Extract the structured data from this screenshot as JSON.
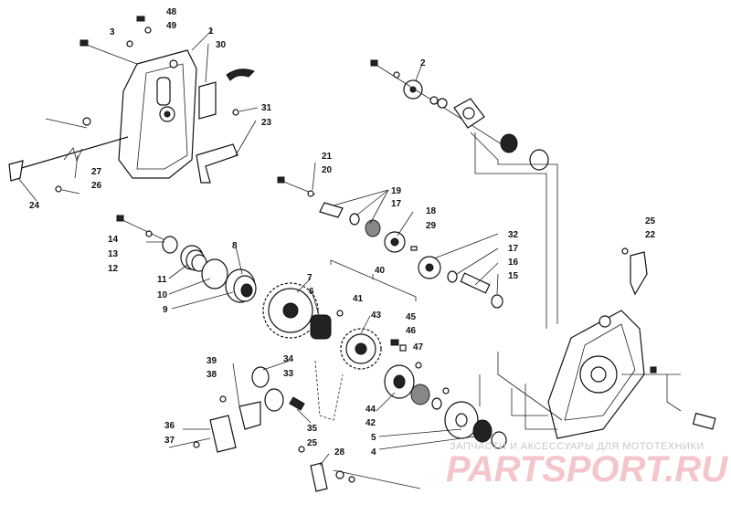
{
  "diagram": {
    "callouts": [
      "1",
      "2",
      "3",
      "4",
      "5",
      "6",
      "7",
      "8",
      "9",
      "10",
      "11",
      "12",
      "13",
      "14",
      "15",
      "16",
      "17",
      "17",
      "18",
      "19",
      "20",
      "21",
      "22",
      "23",
      "24",
      "25",
      "25",
      "26",
      "27",
      "28",
      "29",
      "30",
      "31",
      "32",
      "33",
      "34",
      "35",
      "36",
      "37",
      "38",
      "39",
      "40",
      "41",
      "42",
      "43",
      "44",
      "45",
      "46",
      "47",
      "48",
      "49"
    ]
  },
  "watermark": {
    "line": "ЗАПЧАСТИ И АКСЕССУАРЫ ДЛЯ МОТОТЕХНИКИ",
    "brand": "PARTSPORT.RU"
  }
}
